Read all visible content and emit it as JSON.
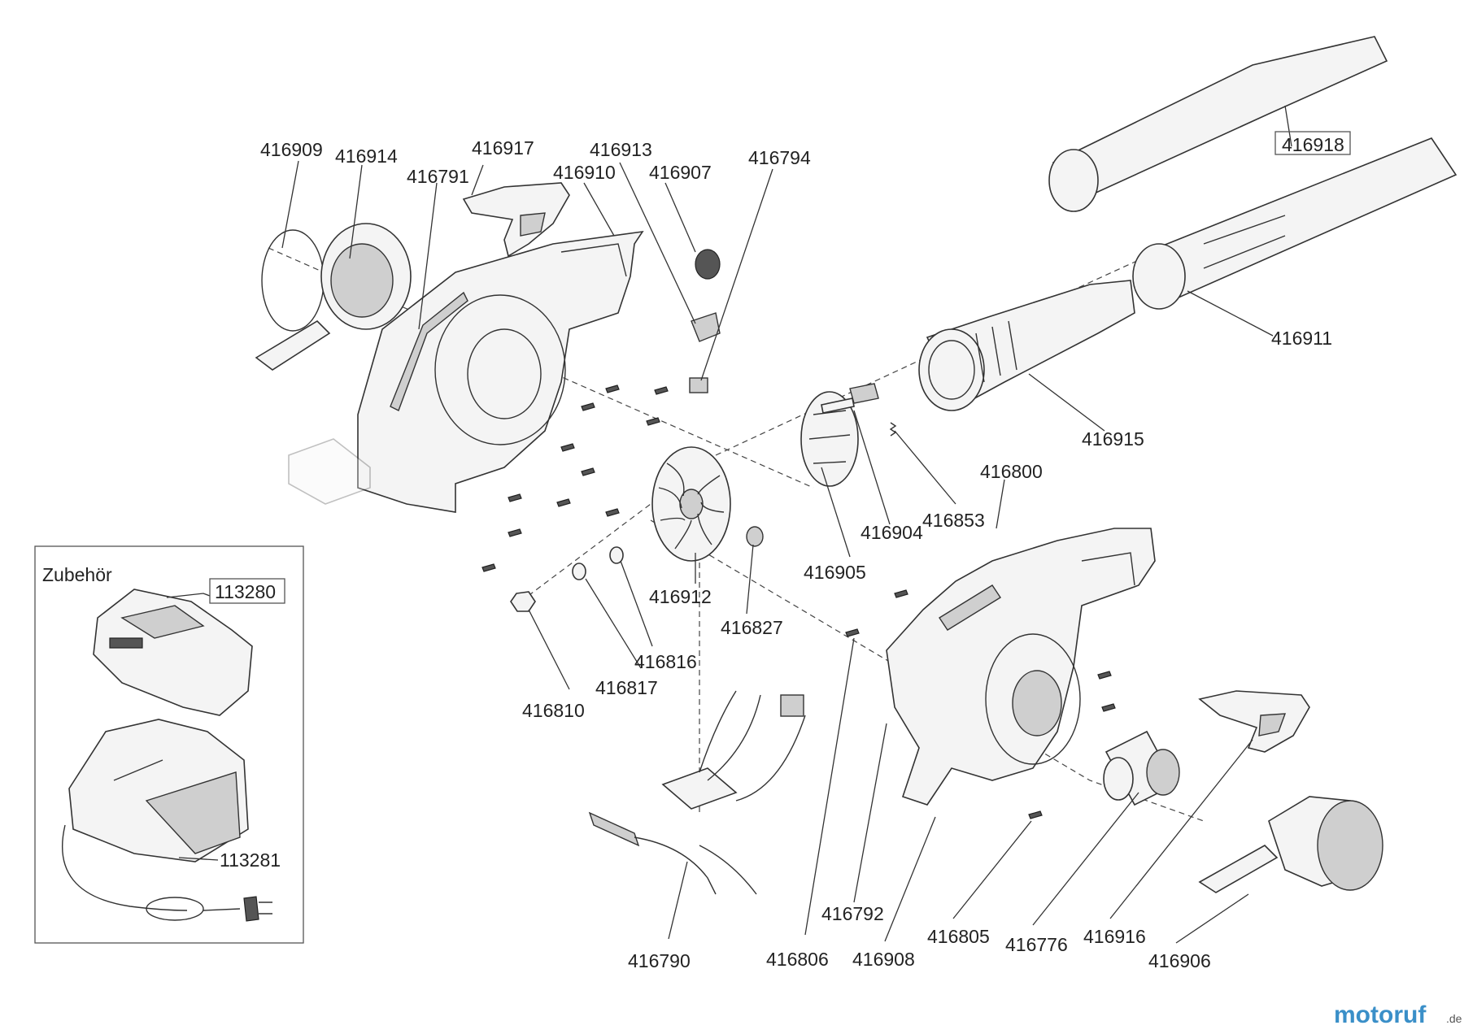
{
  "accessory_box": {
    "title": "Zubehör"
  },
  "parts": {
    "p416909": "416909",
    "p416914": "416914",
    "p416917": "416917",
    "p416913": "416913",
    "p416910": "416910",
    "p416907": "416907",
    "p416794": "416794",
    "p416791": "416791",
    "p416918": "416918",
    "p416911": "416911",
    "p416915": "416915",
    "p416800": "416800",
    "p416853": "416853",
    "p416904": "416904",
    "p416905": "416905",
    "p416912": "416912",
    "p416827": "416827",
    "p416816": "416816",
    "p416817": "416817",
    "p416810": "416810",
    "p113280": "113280",
    "p113281": "113281",
    "p416790": "416790",
    "p416806": "416806",
    "p416792": "416792",
    "p416908": "416908",
    "p416805": "416805",
    "p416776": "416776",
    "p416916": "416916",
    "p416906": "416906"
  },
  "watermark": {
    "brand": "motoruf",
    "suffix": ".de"
  }
}
